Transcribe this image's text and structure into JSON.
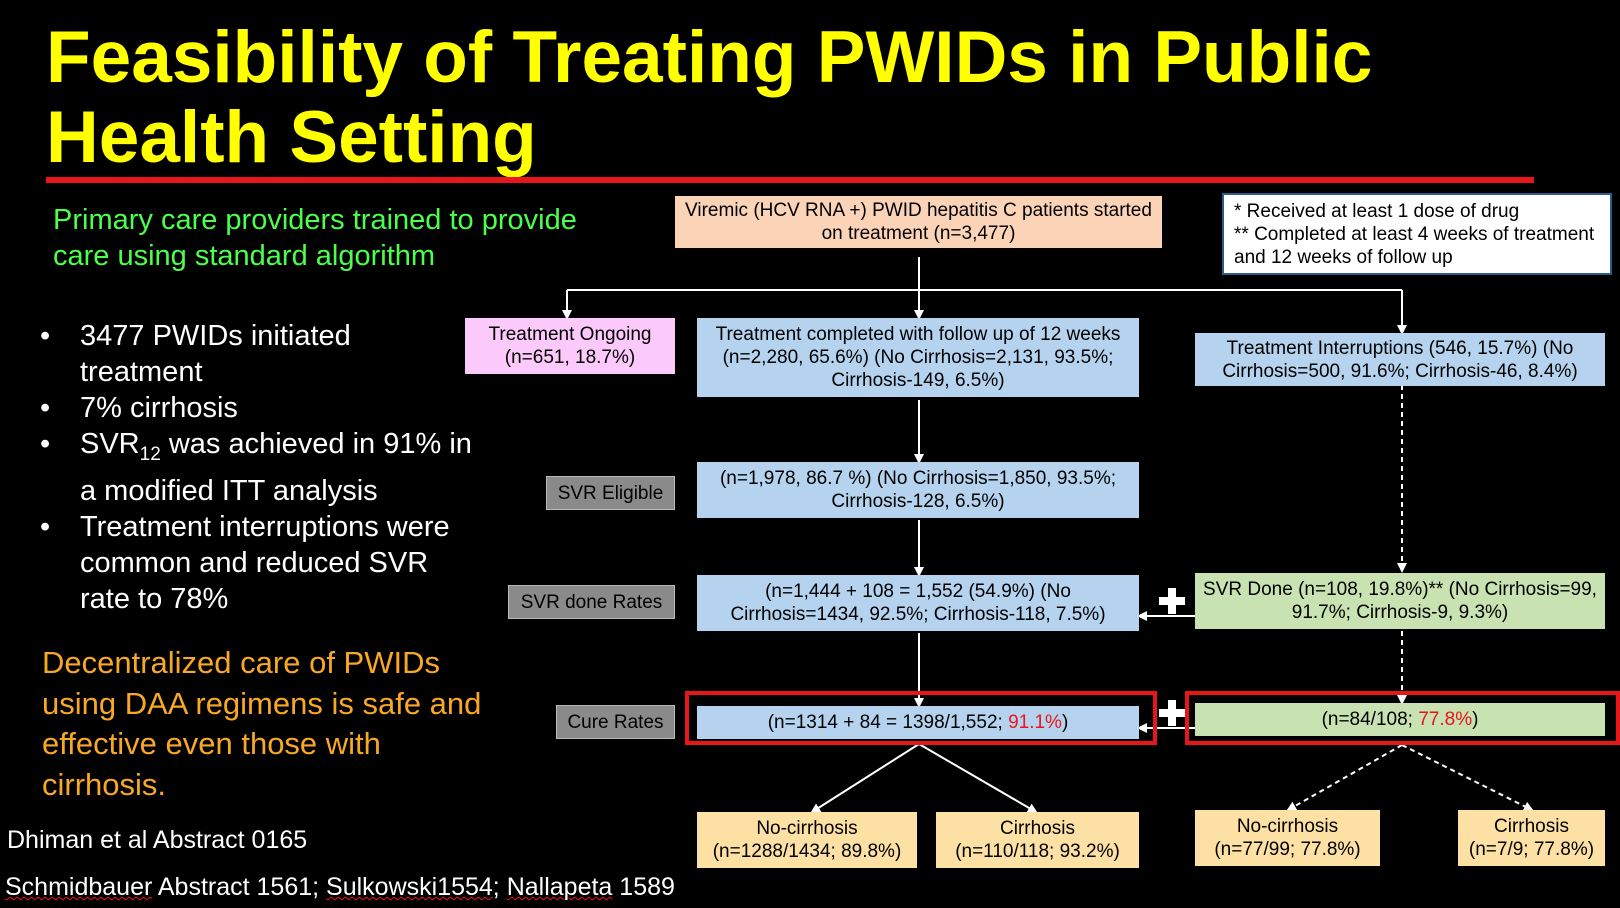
{
  "title": "Feasibility of Treating PWIDs in Public Health Setting",
  "left": {
    "green_note": "Primary care providers trained to provide care using standard algorithm",
    "bullets": [
      {
        "pre": "3477 PWIDs initiated treatment",
        "sub": "",
        "post": ""
      },
      {
        "pre": "7% cirrhosis",
        "sub": "",
        "post": ""
      },
      {
        "pre": "SVR",
        "sub": "12",
        "post": " was achieved in 91% in a modified ITT analysis"
      },
      {
        "pre": "Treatment interruptions were common and reduced SVR rate to 78%",
        "sub": "",
        "post": ""
      }
    ],
    "bullet_symbol": "•",
    "conclusion": "Decentralized care of PWIDs using DAA regimens is safe and effective even those with cirrhosis."
  },
  "references": {
    "ref1": "Dhiman et al Abstract 0165",
    "ref2_a": "Schmidbauer",
    "ref2_b": " Abstract 1561; ",
    "ref2_c": "Sulkowski1554",
    "ref2_d": "; ",
    "ref2_e": "Nallapeta",
    "ref2_f": " 1589"
  },
  "flow": {
    "top": "Viremic (HCV RNA +) PWID hepatitis C patients started on treatment (n=3,477)",
    "footnote_1": "* Received at least 1 dose of drug",
    "footnote_2": "** Completed at least 4 weeks of treatment and 12 weeks of follow up",
    "ongoing": "Treatment Ongoing (n=651, 18.7%)",
    "completed": "Treatment completed with follow up of 12 weeks (n=2,280, 65.6%) (No Cirrhosis=2,131, 93.5%; Cirrhosis-149, 6.5%)",
    "interruptions": "Treatment Interruptions (546, 15.7%) (No Cirrhosis=500, 91.6%; Cirrhosis-46, 8.4%)",
    "svr_eligible_label": "SVR Eligible",
    "svr_eligible": "(n=1,978, 86.7 %) (No Cirrhosis=1,850, 93.5%; Cirrhosis-128, 6.5%)",
    "svr_done_label": "SVR done Rates",
    "svr_done": "(n=1,444 + 108 = 1,552 (54.9%) (No Cirrhosis=1434, 92.5%; Cirrhosis-118, 7.5%)",
    "svr_done_interrupt": "SVR Done (n=108, 19.8%)** (No Cirrhosis=99, 91.7%; Cirrhosis-9, 9.3%)",
    "cure_label": "Cure Rates",
    "cure_main_text": "(n=1314 + 84 = 1398/1,552; ",
    "cure_main_pct": "91.1%",
    "cure_close": ")",
    "cure_interrupt_text": "(n=84/108; ",
    "cure_interrupt_pct": "77.8%",
    "nocirr_main_1": "No-cirrhosis",
    "nocirr_main_2": "(n=1288/1434; 89.8%)",
    "cirr_main_1": "Cirrhosis",
    "cirr_main_2": "(n=110/118; 93.2%)",
    "nocirr_int_1": "No-cirrhosis",
    "nocirr_int_2": "(n=77/99; 77.8%)",
    "cirr_int_1": "Cirrhosis",
    "cirr_int_2": "(n=7/9; 77.8%)"
  },
  "colors": {
    "title": "#ffff00",
    "accent_red": "#e8161b",
    "green_text": "#4dff4d",
    "orange_text": "#f9a825"
  }
}
